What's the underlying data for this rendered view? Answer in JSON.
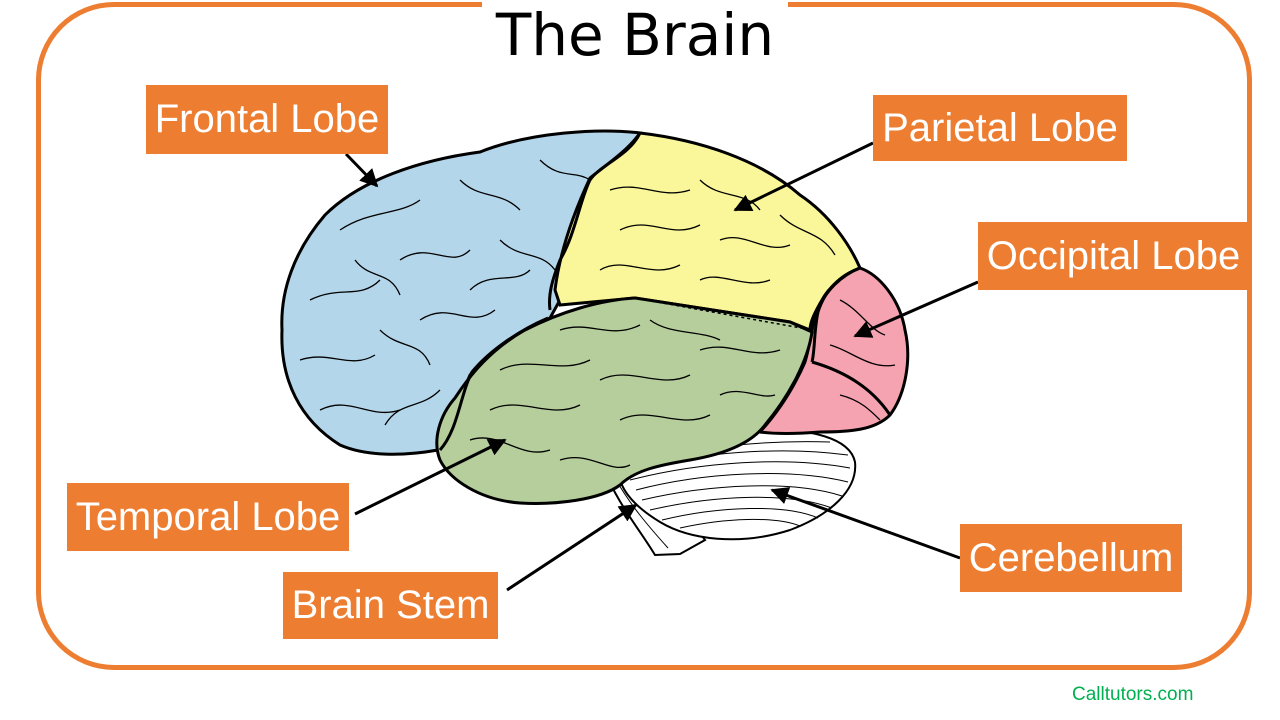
{
  "title": "The Brain",
  "labels": {
    "frontal": "Frontal Lobe",
    "parietal": "Parietal Lobe",
    "occipital": "Occipital Lobe",
    "temporal": "Temporal Lobe",
    "brain_stem": "Brain Stem",
    "cerebellum": "Cerebellum"
  },
  "credit": "Calltutors.com",
  "colors": {
    "accent": "#ED7D31",
    "frontal": "#B4D6EA",
    "parietal": "#FAF69A",
    "occipital": "#F5A3B0",
    "temporal": "#B5CE9C",
    "cerebellum": "#FFFFFF",
    "credit": "#00B050"
  }
}
